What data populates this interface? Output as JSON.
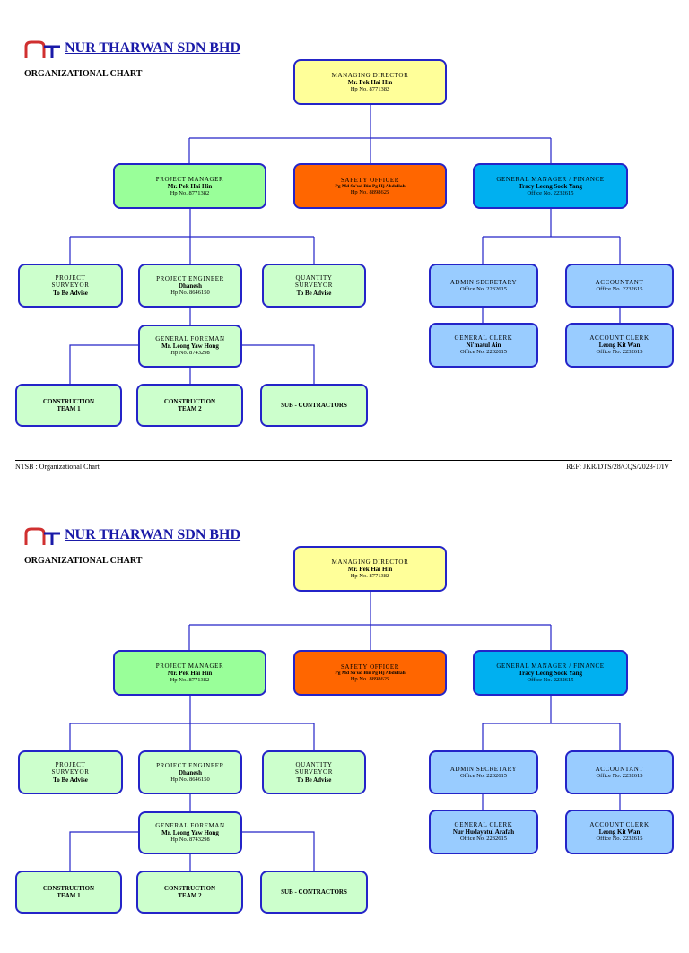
{
  "colors": {
    "line": "#2424c8",
    "yellow": "#ffff99",
    "green": "#99ff99",
    "orange": "#ff6600",
    "cyan": "#00b0f0",
    "light_green": "#ccffcc",
    "light_blue": "#99ccff",
    "company_text": "#1a1aa8",
    "logo_red": "#d03030"
  },
  "pages": [
    {
      "company": "NUR THARWAN SDN BHD",
      "subtitle": "ORGANIZATIONAL CHART",
      "managing_director": {
        "title": "Managing Director",
        "name": "Mr. Pek Hai Hin",
        "phone": "Hp No. 8771382"
      },
      "project_manager": {
        "title": "Project Manager",
        "name": "Mr. Pek Hai Hin",
        "phone": "Hp No. 8771382"
      },
      "safety_officer": {
        "title": "Safety Officer",
        "name": "Pg Md Sa'ud Bin Pg Hj Abdullah",
        "phone": "Hp No. 8898625"
      },
      "general_manager": {
        "title": "General Manager / Finance",
        "name": "Tracy Leong Sook Yang",
        "phone": "Office No. 2232615"
      },
      "project_surveyor": {
        "title1": "Project",
        "title2": "Surveyor",
        "name": "To Be Advise"
      },
      "project_engineer": {
        "title": "Project Engineer",
        "name": "Dhanesh",
        "phone": "Hp No. 8646150"
      },
      "quantity_surveyor": {
        "title1": "Quantity",
        "title2": "Surveyor",
        "name": "To Be Advise"
      },
      "general_foreman": {
        "title": "General Foreman",
        "name": "Mr. Leong Yaw Hong",
        "phone": "Hp No. 8743298"
      },
      "construction_team_1": {
        "line1": "CONSTRUCTION",
        "line2": "TEAM 1"
      },
      "construction_team_2": {
        "line1": "CONSTRUCTION",
        "line2": "TEAM 2"
      },
      "sub_contractors": {
        "label": "SUB - CONTRACTORS"
      },
      "admin_secretary": {
        "title": "Admin Secretary",
        "phone": "Office No. 2232615"
      },
      "accountant": {
        "title": "Accountant",
        "phone": "Office No. 2232615"
      },
      "general_clerk": {
        "title": "General Clerk",
        "name": "Ni'matul Ain",
        "phone": "Office No. 2232615"
      },
      "account_clerk": {
        "title": "Account Clerk",
        "name": "Leong Kit Wan",
        "phone": "Office No. 2232615"
      },
      "footer_left": "NTSB : Organizational Chart",
      "footer_right": "REF:   JKR/DTS/28/CQS/2023-T/IV"
    },
    {
      "company": "NUR THARWAN SDN BHD",
      "subtitle": "ORGANIZATIONAL CHART",
      "managing_director": {
        "title": "Managing Director",
        "name": "Mr. Pek Hai Hin",
        "phone": "Hp No. 8771382"
      },
      "project_manager": {
        "title": "Project Manager",
        "name": "Mr. Pek Hai Hin",
        "phone": "Hp No. 8771382"
      },
      "safety_officer": {
        "title": "Safety Officer",
        "name": "Pg Md Sa'ud Bin Pg Hj Abdullah",
        "phone": "Hp No. 8898625"
      },
      "general_manager": {
        "title": "General Manager / Finance",
        "name": "Tracy Leong Sook Yang",
        "phone": "Office No. 2232615"
      },
      "project_surveyor": {
        "title1": "Project",
        "title2": "Surveyor",
        "name": "To Be Advise"
      },
      "project_engineer": {
        "title": "Project Engineer",
        "name": "Dhanesh",
        "phone": "Hp No. 8646150"
      },
      "quantity_surveyor": {
        "title1": "Quantity",
        "title2": "Surveyor",
        "name": "To Be Advise"
      },
      "general_foreman": {
        "title": "General Foreman",
        "name": "Mr. Leong Yaw Hong",
        "phone": "Hp No. 8743298"
      },
      "construction_team_1": {
        "line1": "CONSTRUCTION",
        "line2": "TEAM 1"
      },
      "construction_team_2": {
        "line1": "CONSTRUCTION",
        "line2": "TEAM 2"
      },
      "sub_contractors": {
        "label": "SUB - CONTRACTORS"
      },
      "admin_secretary": {
        "title": "Admin Secretary",
        "phone": "Office No. 2232615"
      },
      "accountant": {
        "title": "Accountant",
        "phone": "Office No. 2232615"
      },
      "general_clerk": {
        "title": "General Clerk",
        "name": "Nur Hudayatul Arafah",
        "phone": "Office No. 2232615"
      },
      "account_clerk": {
        "title": "Account Clerk",
        "name": "Leong Kit Wan",
        "phone": "Office No. 2232615"
      }
    }
  ]
}
